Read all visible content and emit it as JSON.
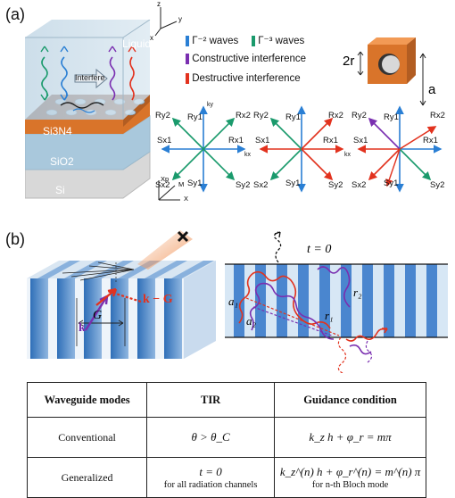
{
  "panel_a": {
    "label": "(a)",
    "stack_layers": {
      "liquid": "Liquid",
      "si3n4": "Si3N4",
      "sio2": "SiO2",
      "si": "Si"
    },
    "interfere_label": "Interfere",
    "axes_top": {
      "z": "z",
      "y": "y",
      "x": "x"
    },
    "legend": {
      "gamma2": "Γ⁻² waves",
      "gamma3": "Γ⁻³ waves",
      "constructive": "Constructive interference",
      "destructive": "Destructive interference"
    },
    "unit_cell": {
      "diameter_label": "2r",
      "period_label": "a"
    },
    "bz_axes": {
      "xp": "Xp",
      "m": "M",
      "x": "X"
    },
    "diagram_labels": {
      "ry2": "Ry2",
      "ry1": "Ry1",
      "rx2": "Rx2",
      "sx1": "Sx1",
      "rx1": "Rx1",
      "sx2": "Sx2",
      "sy1": "Sy1",
      "sy2": "Sy2",
      "ky": "ky",
      "kx": "kx"
    }
  },
  "panel_b": {
    "label": "(b)",
    "vector_labels": {
      "k": "k",
      "kg": "k − G",
      "g": "G"
    },
    "waveguide": {
      "t0": "t = 0",
      "a1": "a₁",
      "a2": "a₂",
      "r1": "r₁",
      "r2": "r₂"
    }
  },
  "table": {
    "headers": [
      "Waveguide modes",
      "TIR",
      "Guidance condition"
    ],
    "rows": [
      {
        "mode": "Conventional",
        "tir": "θ > θ_C",
        "tir_sub": "",
        "guidance": "k_z h + φ_r = mπ",
        "guidance_sub": ""
      },
      {
        "mode": "Generalized",
        "tir": "t = 0",
        "tir_sub": "for all radiation channels",
        "guidance": "k_z^(n) h + φ_r^(n) = m^(n) π",
        "guidance_sub": "for n-th Bloch mode"
      }
    ]
  },
  "colors": {
    "gamma2_blue": "#2a7fd4",
    "gamma3_green": "#1a9a6c",
    "constructive_purple": "#7a2fb0",
    "destructive_red": "#e2321e",
    "si3n4_orange": "#d9742a",
    "stripe_blue": "#3b7fc8"
  }
}
